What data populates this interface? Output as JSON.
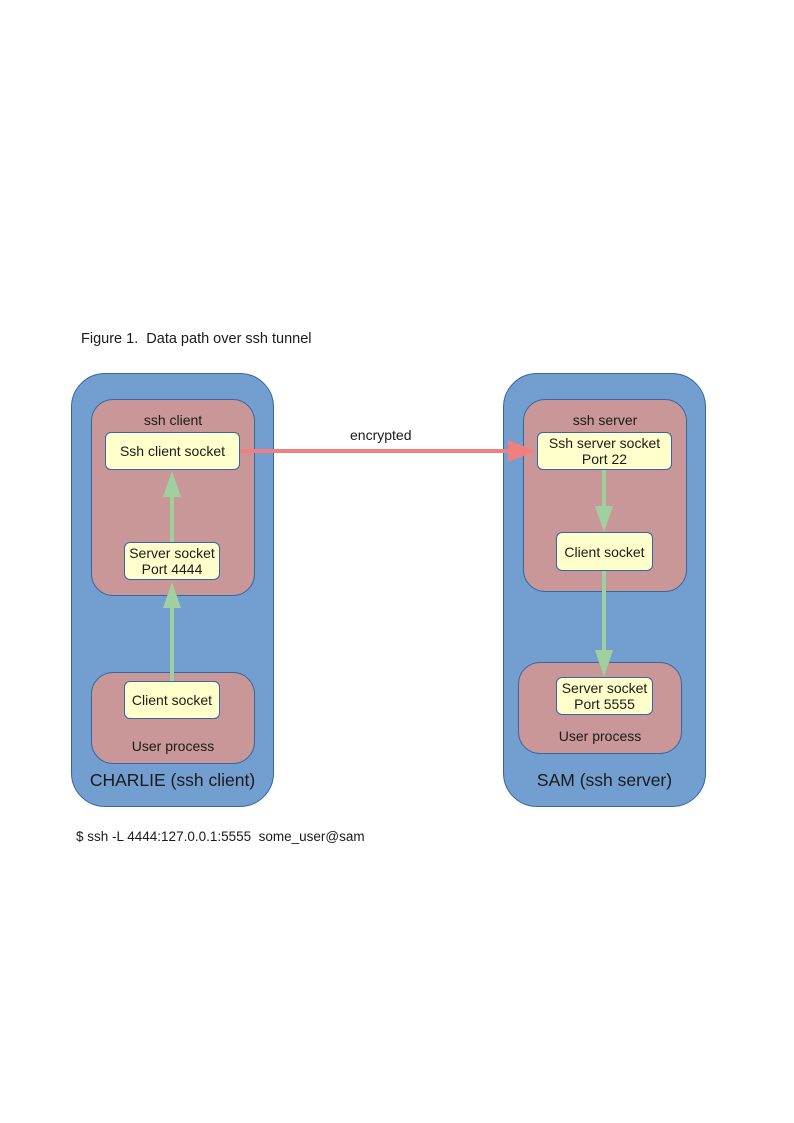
{
  "figure": {
    "caption": "Figure 1.  Data path over ssh tunnel",
    "command": "$ ssh -L 4444:127.0.0.1:5555  some_user@sam"
  },
  "client_host": {
    "label": "CHARLIE (ssh client)",
    "ssh_client": {
      "label": "ssh client",
      "ssh_socket": "Ssh client socket",
      "server_socket": [
        "Server socket",
        "Port 4444"
      ]
    },
    "user_process": {
      "label": "User process",
      "client_socket": "Client socket"
    }
  },
  "server_host": {
    "label": "SAM (ssh server)",
    "ssh_server": {
      "label": "ssh server",
      "ssh_socket": [
        "Ssh server socket",
        "Port 22"
      ],
      "client_socket": "Client socket"
    },
    "user_process": {
      "label": "User process",
      "server_socket": [
        "Server socket",
        "Port 5555"
      ]
    }
  },
  "tunnel": {
    "label": "encrypted",
    "color": "#f08080"
  },
  "colors": {
    "host_fill": "#729fcf",
    "process_fill": "#c99797",
    "socket_fill": "#ffffcc",
    "data_arrow": "#a0d0a0",
    "border": "#3465a4"
  }
}
